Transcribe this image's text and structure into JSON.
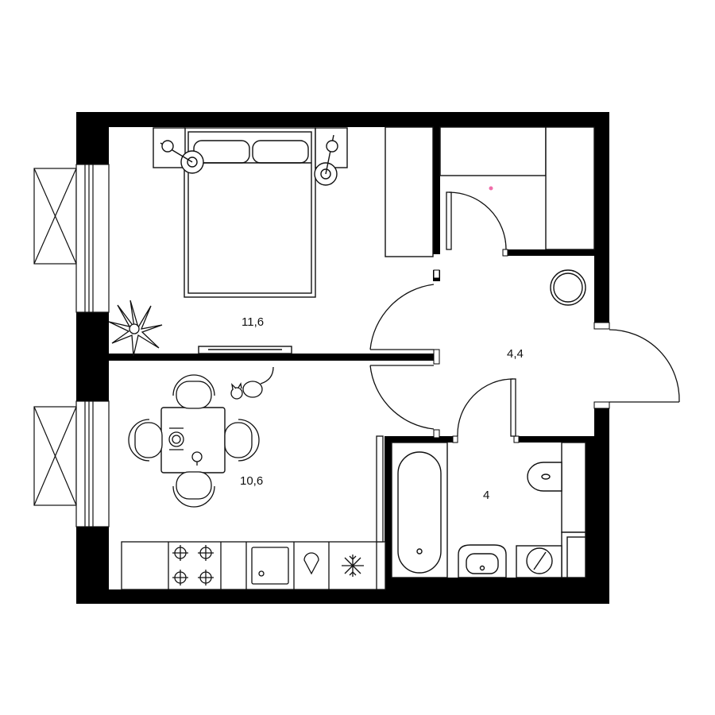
{
  "rooms": {
    "bedroom": {
      "area": "11,6"
    },
    "kitchen": {
      "area": "10,6"
    },
    "hall": {
      "area": "4,4"
    },
    "bathroom": {
      "area": "4"
    }
  },
  "colors": {
    "wall": "#000000",
    "line": "#111111",
    "background": "#ffffff",
    "marker": "#f06eaa"
  },
  "icons": [
    "window-icon",
    "bed-icon",
    "nightstand-lamp-icon",
    "plant-icon",
    "wardrobe-icon",
    "closet-icon",
    "tv-stand-icon",
    "door-swing-icon",
    "round-table-icon",
    "dining-table-icon",
    "chair-icon",
    "place-setting-icon",
    "cat-icon",
    "stove-icon",
    "sink-icon",
    "freezer-icon",
    "bathtub-icon",
    "toilet-icon",
    "washbasin-icon",
    "washing-machine-icon"
  ]
}
